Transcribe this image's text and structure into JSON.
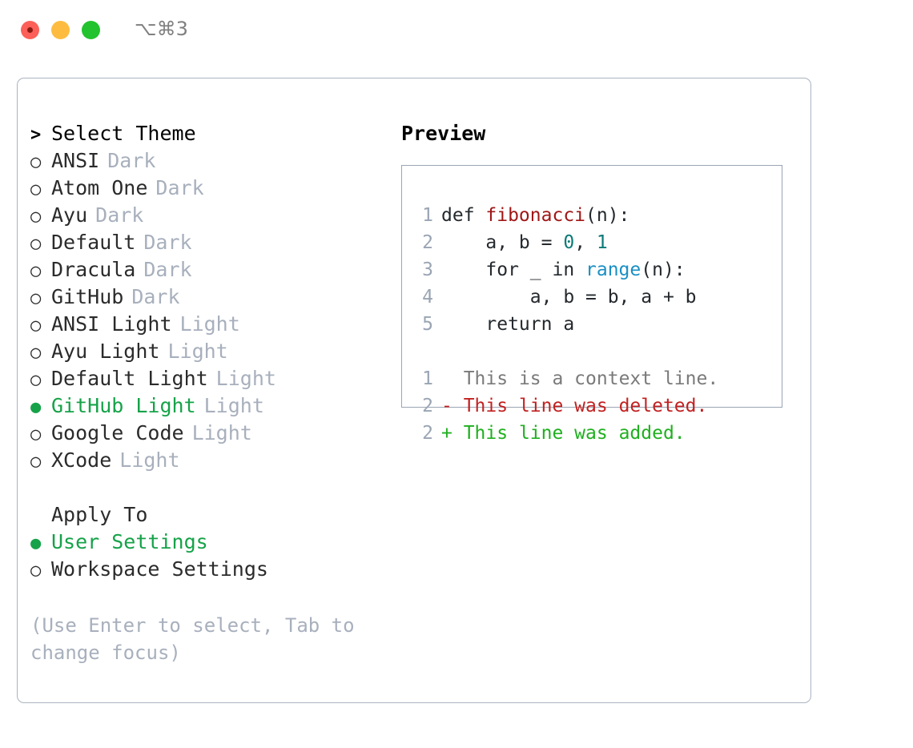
{
  "window": {
    "shortcut": "⌥⌘3",
    "traffic_lights": [
      "close-red",
      "minimize-yellow",
      "maximize-green"
    ]
  },
  "theme_list": {
    "header": {
      "marker": ">",
      "label": "Select Theme"
    },
    "items": [
      {
        "marker": "○",
        "label": "ANSI",
        "tag": "Dark",
        "selected": false
      },
      {
        "marker": "○",
        "label": "Atom One",
        "tag": "Dark",
        "selected": false
      },
      {
        "marker": "○",
        "label": "Ayu",
        "tag": "Dark",
        "selected": false
      },
      {
        "marker": "○",
        "label": "Default",
        "tag": "Dark",
        "selected": false
      },
      {
        "marker": "○",
        "label": "Dracula",
        "tag": "Dark",
        "selected": false
      },
      {
        "marker": "○",
        "label": "GitHub",
        "tag": "Dark",
        "selected": false
      },
      {
        "marker": "○",
        "label": "ANSI Light",
        "tag": "Light",
        "selected": false
      },
      {
        "marker": "○",
        "label": "Ayu Light",
        "tag": "Light",
        "selected": false
      },
      {
        "marker": "○",
        "label": "Default Light",
        "tag": "Light",
        "selected": false
      },
      {
        "marker": "●",
        "label": "GitHub Light",
        "tag": "Light",
        "selected": true
      },
      {
        "marker": "○",
        "label": "Google Code",
        "tag": "Light",
        "selected": false
      },
      {
        "marker": "○",
        "label": "XCode",
        "tag": "Light",
        "selected": false
      }
    ]
  },
  "apply_to": {
    "header": {
      "marker": " ",
      "label": "Apply To"
    },
    "items": [
      {
        "marker": "●",
        "label": "User Settings",
        "selected": true
      },
      {
        "marker": "○",
        "label": "Workspace Settings",
        "selected": false
      }
    ]
  },
  "hint": "(Use Enter to select, Tab to change focus)",
  "preview": {
    "label": "Preview",
    "code_lines": [
      {
        "n": "1",
        "parts": [
          {
            "t": "def ",
            "c": "plain"
          },
          {
            "t": "fibonacci",
            "c": "fn"
          },
          {
            "t": "(n):",
            "c": "plain"
          }
        ]
      },
      {
        "n": "2",
        "parts": [
          {
            "t": "    a, b = ",
            "c": "plain"
          },
          {
            "t": "0",
            "c": "num"
          },
          {
            "t": ", ",
            "c": "plain"
          },
          {
            "t": "1",
            "c": "num"
          }
        ]
      },
      {
        "n": "3",
        "parts": [
          {
            "t": "    for _ in ",
            "c": "plain"
          },
          {
            "t": "range",
            "c": "call"
          },
          {
            "t": "(n):",
            "c": "plain"
          }
        ]
      },
      {
        "n": "4",
        "parts": [
          {
            "t": "        a, b = b, a + b",
            "c": "plain"
          }
        ]
      },
      {
        "n": "5",
        "parts": [
          {
            "t": "    return a",
            "c": "plain"
          }
        ]
      }
    ],
    "diff_lines": [
      {
        "n": "1",
        "sign": " ",
        "text": "This is a context line.",
        "kind": "ctx"
      },
      {
        "n": "2",
        "sign": "-",
        "text": "This line was deleted.",
        "kind": "del"
      },
      {
        "n": "2",
        "sign": "+",
        "text": "This line was added.",
        "kind": "add"
      }
    ]
  },
  "colors": {
    "accent_green": "#16a249",
    "muted": "#a8b0bd",
    "border": "#aab3c0",
    "preview_border": "#9aa5b4",
    "fn_red": "#a01717",
    "num_teal": "#0b7a77",
    "call_blue": "#1a8fc4",
    "diff_del": "#c22121",
    "diff_add": "#1fb01f",
    "diff_ctx": "#7a7a7a"
  }
}
